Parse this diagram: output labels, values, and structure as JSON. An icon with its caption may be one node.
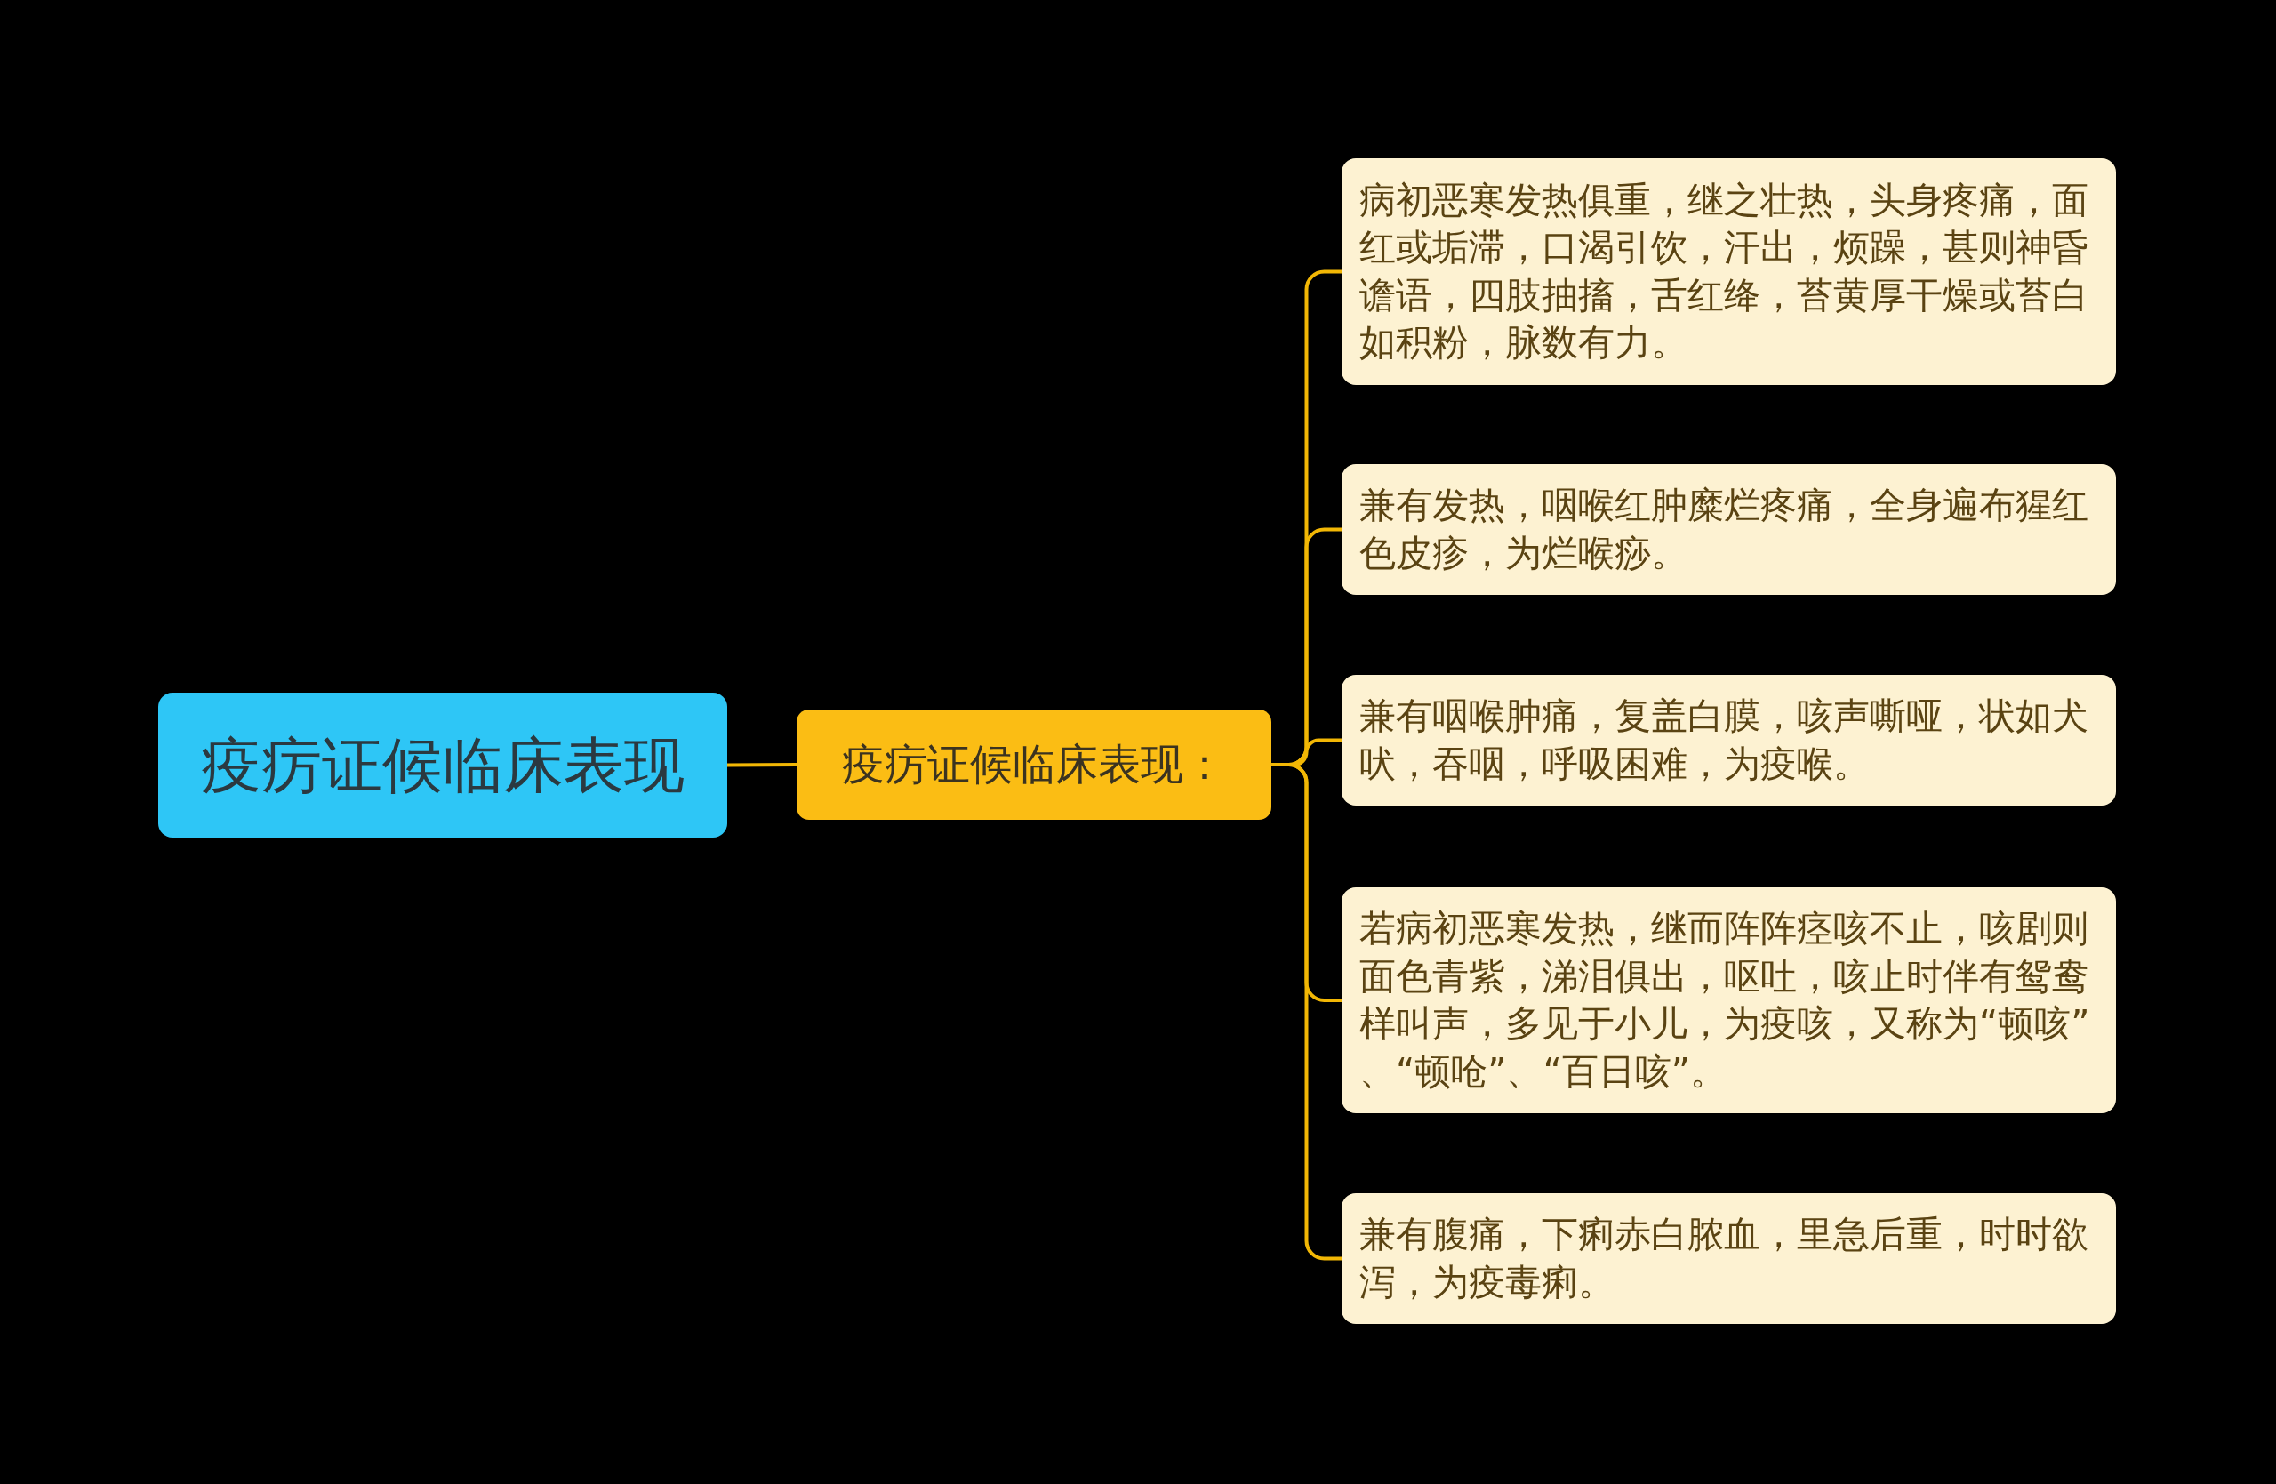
{
  "diagram": {
    "nodes": [
      {
        "text": [
          "疫疠证候临床表现"
        ]
      },
      {
        "text": [
          "疫疠证候临床表现："
        ]
      },
      {
        "text": [
          "病初恶寒发热俱重，继之壮热，头身疼痛，面红或垢滞，口渴引饮，汗出，烦躁，甚则神昏谵语，四肢抽搐，舌红绛，苔黄厚干燥或苔白如积粉，脉数有力。"
        ]
      },
      {
        "text": [
          "兼有发热，咽喉红肿糜烂疼痛，全身遍布猩红色皮疹，为烂喉痧。"
        ]
      },
      {
        "text": [
          "兼有咽喉肿痛，复盖白膜，咳声嘶哑，状如犬吠，吞咽，呼吸困难，为疫喉。"
        ]
      },
      {
        "text": [
          "若病初恶寒发热，继而阵阵痉咳不止，咳剧则面色青紫，涕泪俱出，呕吐，咳止时伴有鸳鸯样叫声，多见于小儿，为疫咳，又称为“顿咳”、“顿呛”、“百日咳”。"
        ]
      },
      {
        "text": [
          "兼有腹痛，下痢赤白脓血，里急后重，时时欲泻，为疫毒痢。"
        ]
      }
    ],
    "edges": [
      {
        "from": 0,
        "to": 1,
        "arrow": "none"
      },
      {
        "from": 1,
        "to": 2,
        "arrow": "none"
      },
      {
        "from": 1,
        "to": 3,
        "arrow": "none"
      },
      {
        "from": 1,
        "to": 4,
        "arrow": "none"
      },
      {
        "from": 1,
        "to": 5,
        "arrow": "none"
      },
      {
        "from": 1,
        "to": 6,
        "arrow": "none"
      }
    ]
  }
}
